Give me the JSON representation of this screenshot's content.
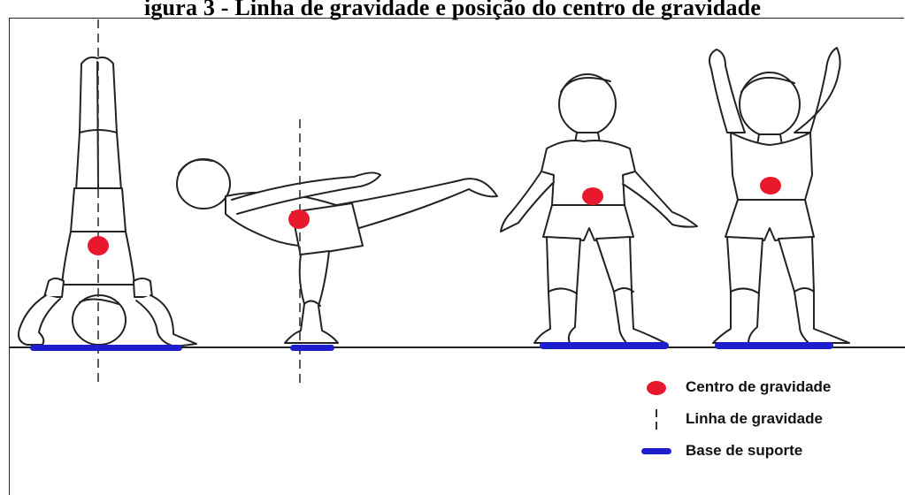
{
  "title": "igura 3 - Linha de gravidade e posição do centro de gravidade",
  "legend": {
    "center_label": "Centro de gravidade",
    "line_label": "Linha de gravidade",
    "base_label": "Base de suporte"
  },
  "colors": {
    "center": "#e8192c",
    "base": "#1e1ecf",
    "line": "#333333",
    "outline": "#222222"
  },
  "figures": [
    {
      "pose": "headstand",
      "has_gravity_line": true
    },
    {
      "pose": "arabesque",
      "has_gravity_line": true
    },
    {
      "pose": "standing-arms-open",
      "has_gravity_line": false
    },
    {
      "pose": "standing-arms-up",
      "has_gravity_line": false
    }
  ]
}
